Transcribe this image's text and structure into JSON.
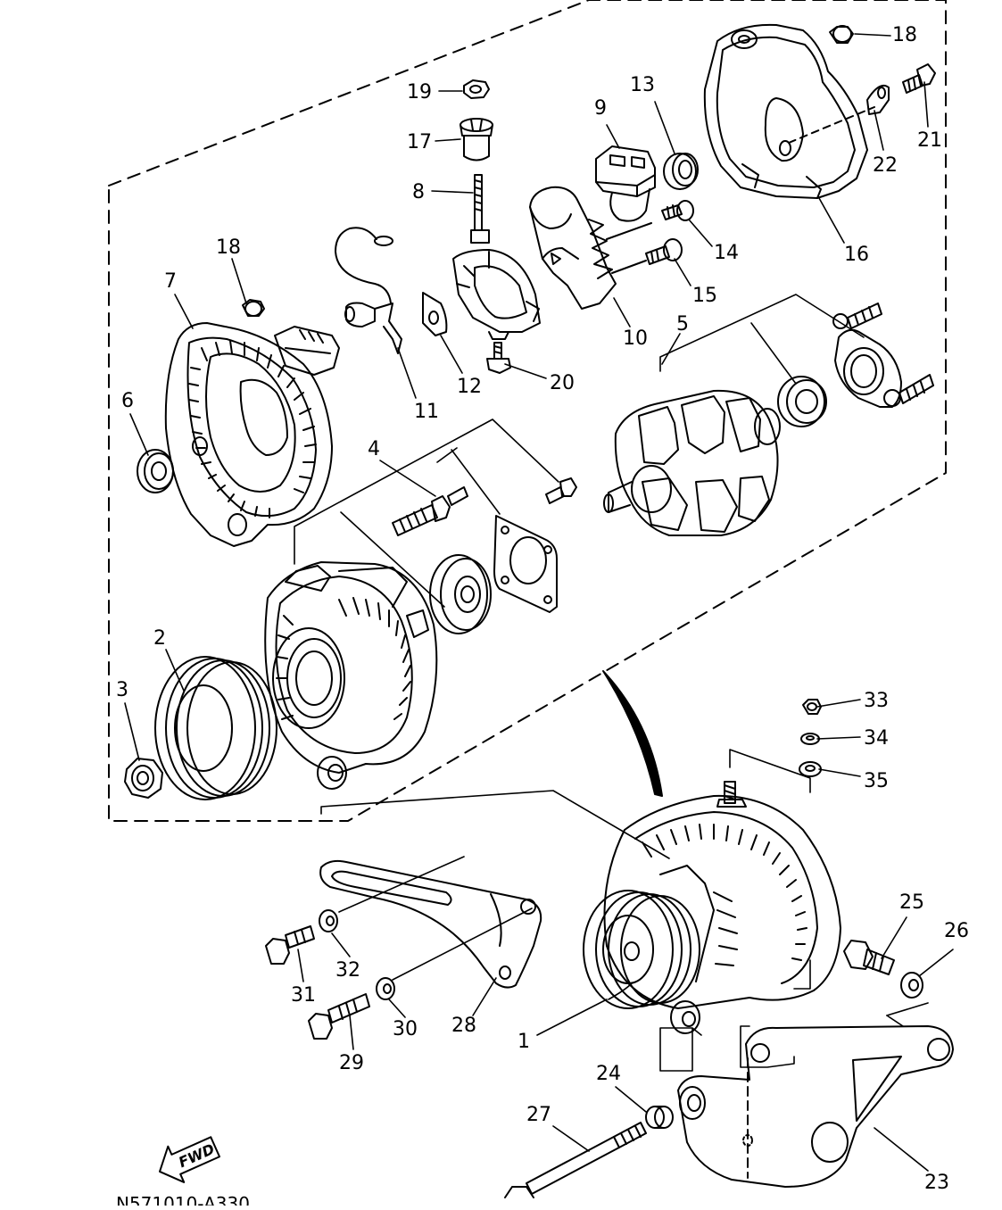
{
  "diagram": {
    "drawing_code": "N571010-A330",
    "fwd_label": "FWD",
    "colors": {
      "line": "#000000",
      "background": "#ffffff"
    },
    "callouts": [
      {
        "id": "1",
        "label": "1",
        "part": "alternator"
      },
      {
        "id": "2",
        "label": "2",
        "part": "pulley"
      },
      {
        "id": "3",
        "label": "3",
        "part": "nut"
      },
      {
        "id": "4",
        "label": "4",
        "part": "stud-bolt"
      },
      {
        "id": "5",
        "label": "5",
        "part": "rotor"
      },
      {
        "id": "6",
        "label": "6",
        "part": "seal"
      },
      {
        "id": "7",
        "label": "7",
        "part": "front-cover"
      },
      {
        "id": "8",
        "label": "8",
        "part": "rectifier"
      },
      {
        "id": "9",
        "label": "9",
        "part": "connector"
      },
      {
        "id": "10",
        "label": "10",
        "part": "regulator"
      },
      {
        "id": "11",
        "label": "11",
        "part": "lead-wire"
      },
      {
        "id": "12",
        "label": "12",
        "part": "insulator"
      },
      {
        "id": "13",
        "label": "13",
        "part": "collar"
      },
      {
        "id": "14",
        "label": "14",
        "part": "screw"
      },
      {
        "id": "15",
        "label": "15",
        "part": "screw"
      },
      {
        "id": "16",
        "label": "16",
        "part": "rear-cover"
      },
      {
        "id": "17",
        "label": "17",
        "part": "insulator-bush"
      },
      {
        "id": "18a",
        "label": "18",
        "part": "nut"
      },
      {
        "id": "18b",
        "label": "18",
        "part": "nut"
      },
      {
        "id": "19",
        "label": "19",
        "part": "nut"
      },
      {
        "id": "20",
        "label": "20",
        "part": "screw"
      },
      {
        "id": "21",
        "label": "21",
        "part": "screw"
      },
      {
        "id": "22",
        "label": "22",
        "part": "terminal"
      },
      {
        "id": "23",
        "label": "23",
        "part": "bracket"
      },
      {
        "id": "24",
        "label": "24",
        "part": "collar"
      },
      {
        "id": "25",
        "label": "25",
        "part": "bolt"
      },
      {
        "id": "26",
        "label": "26",
        "part": "washer"
      },
      {
        "id": "27",
        "label": "27",
        "part": "long-bolt"
      },
      {
        "id": "28",
        "label": "28",
        "part": "stay"
      },
      {
        "id": "29",
        "label": "29",
        "part": "bolt"
      },
      {
        "id": "30",
        "label": "30",
        "part": "washer"
      },
      {
        "id": "31",
        "label": "31",
        "part": "bolt"
      },
      {
        "id": "32",
        "label": "32",
        "part": "washer"
      },
      {
        "id": "33",
        "label": "33",
        "part": "nut"
      },
      {
        "id": "34",
        "label": "34",
        "part": "spring-washer"
      },
      {
        "id": "35",
        "label": "35",
        "part": "washer"
      }
    ]
  }
}
